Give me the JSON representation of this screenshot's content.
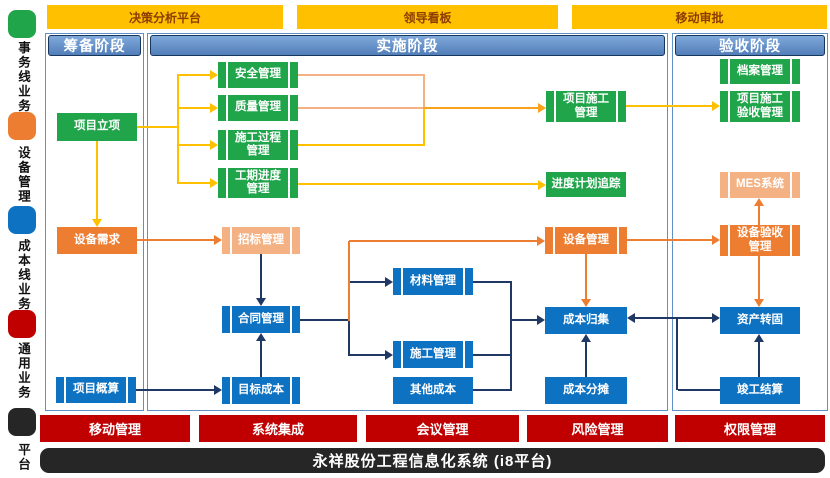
{
  "top_bars": [
    {
      "label": "决策分析平台"
    },
    {
      "label": "领导看板"
    },
    {
      "label": "移动审批"
    }
  ],
  "sidebar": {
    "groups": [
      {
        "label": "事务线业务",
        "color": "#21A54B"
      },
      {
        "label": "设备管理",
        "color": "#ED7D31"
      },
      {
        "label": "成本线业务",
        "color": "#0E72C2"
      },
      {
        "label": "通用业务",
        "color": "#C00000"
      },
      {
        "label": "平台",
        "color": "#262626"
      }
    ]
  },
  "columns": {
    "prep": {
      "label": "筹备阶段"
    },
    "impl": {
      "label": "实施阶段"
    },
    "accept": {
      "label": "验收阶段"
    }
  },
  "boxes": {
    "xmlj": {
      "label": "项目立项"
    },
    "aqgl": {
      "label": "安全管理"
    },
    "zlgl": {
      "label": "质量管理"
    },
    "sggc": {
      "label": "施工过程\n管理"
    },
    "gqjd": {
      "label": "工期进度\n管理"
    },
    "xmsg": {
      "label": "项目施工\n管理"
    },
    "jdjh": {
      "label": "进度计划追踪"
    },
    "dagl": {
      "label": "档案管理"
    },
    "xmys": {
      "label": "项目施工\n验收管理"
    },
    "sbxq": {
      "label": "设备需求"
    },
    "zbgl": {
      "label": "招标管理"
    },
    "sbgl": {
      "label": "设备管理"
    },
    "sbys": {
      "label": "设备验收\n管理"
    },
    "mes": {
      "label": "MES系统"
    },
    "htgl": {
      "label": "合同管理"
    },
    "clgl": {
      "label": "材料管理"
    },
    "ssgl": {
      "label": "施工管理"
    },
    "mbcb": {
      "label": "目标成本"
    },
    "qtcb": {
      "label": "其他成本"
    },
    "cbgj": {
      "label": "成本归集"
    },
    "cbft": {
      "label": "成本分摊"
    },
    "zczg": {
      "label": "资产转固"
    },
    "jgjs": {
      "label": "竣工结算"
    },
    "xmgs": {
      "label": "项目概算"
    }
  },
  "bottom_bars": [
    {
      "label": "移动管理"
    },
    {
      "label": "系统集成"
    },
    {
      "label": "会议管理"
    },
    {
      "label": "风险管理"
    },
    {
      "label": "权限管理"
    }
  ],
  "footer": {
    "title": "永祥股份工程信息化系统 (i8平台)"
  },
  "colors": {
    "green": "#21A54B",
    "orange": "#ED7D31",
    "salmon": "#F4B183",
    "blue": "#0E72C2",
    "navy": "#1F3864",
    "red": "#C00000",
    "yellow": "#FFC000",
    "merged_arrow": "#F9A21B",
    "header_blue": "#527EB9",
    "bar_yellow_text": "#8C3D00",
    "black_bar": "#262626"
  }
}
